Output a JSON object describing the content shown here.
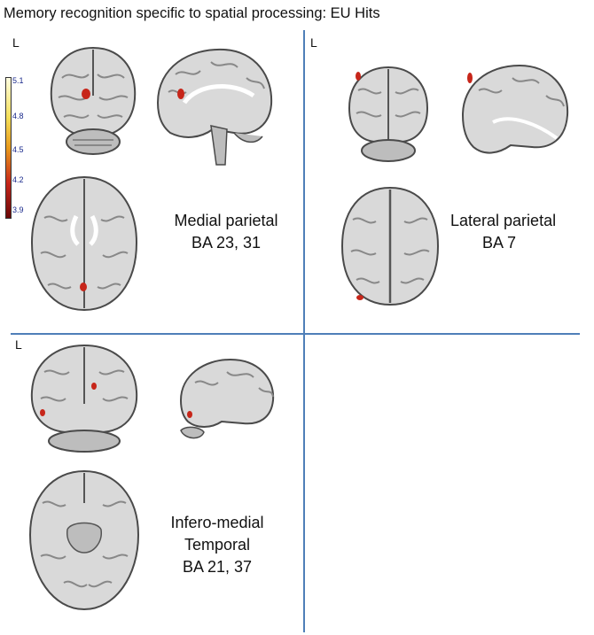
{
  "title": "Memory recognition specific to spatial processing: EU Hits",
  "colorbar": {
    "ticks": [
      "5.1",
      "4.8",
      "4.5",
      "4.2",
      "3.9"
    ],
    "colors": [
      "#fffde0",
      "#f5e05a",
      "#e89a1c",
      "#c7261a",
      "#6a0808"
    ]
  },
  "orientation_marker": "L",
  "panels": {
    "medial_parietal": {
      "line1": "Medial parietal",
      "line2": "BA 23, 31"
    },
    "lateral_parietal": {
      "line1": "Lateral parietal",
      "line2": "BA 7"
    },
    "infero_medial_temporal": {
      "line1": "Infero-medial",
      "line2": "Temporal",
      "line3": "BA 21, 37"
    }
  },
  "colors": {
    "divider": "#4f7fb8",
    "activation": "#c7261a",
    "brain_light": "#d9d9d9",
    "brain_mid": "#a5a5a5",
    "brain_dark": "#4a4a4a"
  }
}
